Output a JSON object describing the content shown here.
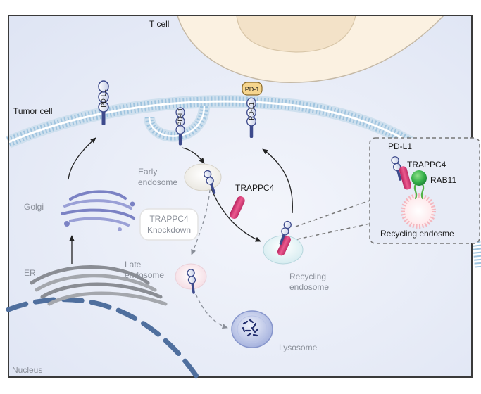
{
  "labels": {
    "t_cell": "T cell",
    "tumor_cell": "Tumor cell",
    "nucleus": "Nucleus",
    "er": "ER",
    "golgi": "Golgi",
    "early_endosome_line1": "Early",
    "early_endosome_line2": "endosome",
    "late_endosome_line1": "Late",
    "late_endosome_line2": "endosome",
    "recycling_endosome_line1": "Recycling",
    "recycling_endosome_line2": "endosome",
    "lysosome": "Lysosome",
    "trappc4": "TRAPPC4",
    "knockdown_line1": "TRAPPC4",
    "knockdown_line2": "Knockdown",
    "pdl1_surface_left": "PD-L1",
    "pdl1_pit": "PD-L1",
    "pdl1_bound": "PD-L1",
    "pd1": "PD-1"
  },
  "inset": {
    "pdl1": "PD-L1",
    "trappc4": "TRAPPC4",
    "rab11": "RAB11",
    "title": "Recycling endosme"
  },
  "colors": {
    "cell_fill": "#e8ecf7",
    "membrane": "#9fc4df",
    "pdl1": "#3d4a8c",
    "trappc4": "#d8427a",
    "rab11": "#3db34a",
    "pd1": "#f6d58e",
    "nucleus_dash": "#4f6f9e",
    "golgi": "#7b82c4",
    "lysosome": "#9aa8d9"
  }
}
